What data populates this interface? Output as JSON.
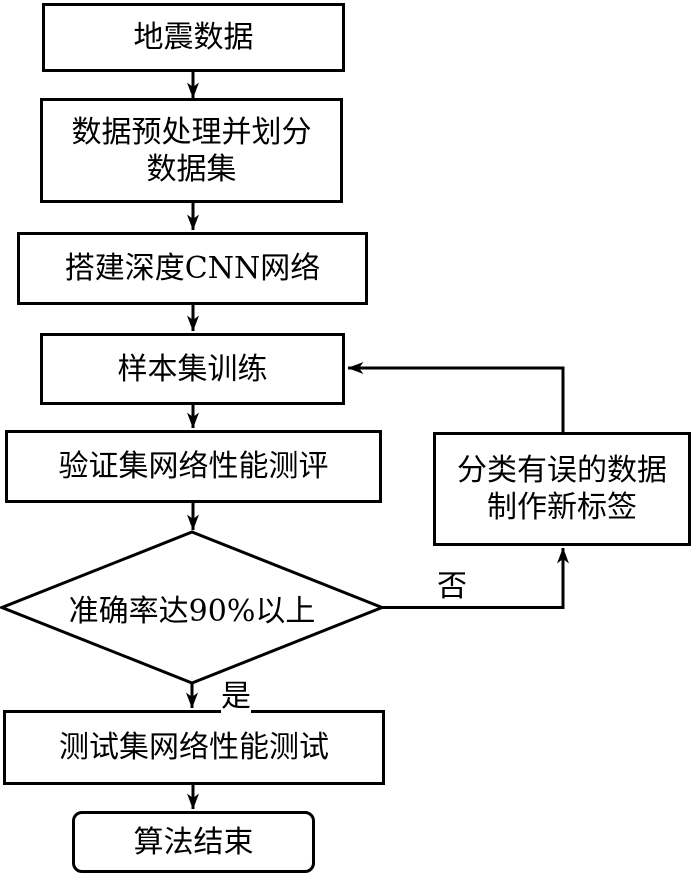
{
  "flowchart": {
    "colors": {
      "stroke": "#000000",
      "node_fill": "#ffffff",
      "background": "#ffffff",
      "text": "#000000"
    },
    "nodes": {
      "seismic": {
        "label": "地震数据"
      },
      "preprocess": {
        "line1": "数据预处理并划分",
        "line2": "数据集"
      },
      "build": {
        "label": "搭建深度CNN网络"
      },
      "train": {
        "label": "样本集训练"
      },
      "validate": {
        "label": "验证集网络性能测评"
      },
      "decision": {
        "label": "准确率达90%以上"
      },
      "relabel": {
        "line1": "分类有误的数据",
        "line2": "制作新标签"
      },
      "test": {
        "label": "测试集网络性能测试"
      },
      "end": {
        "label": "算法结束"
      }
    },
    "edge_labels": {
      "yes": "是",
      "no": "否"
    }
  }
}
